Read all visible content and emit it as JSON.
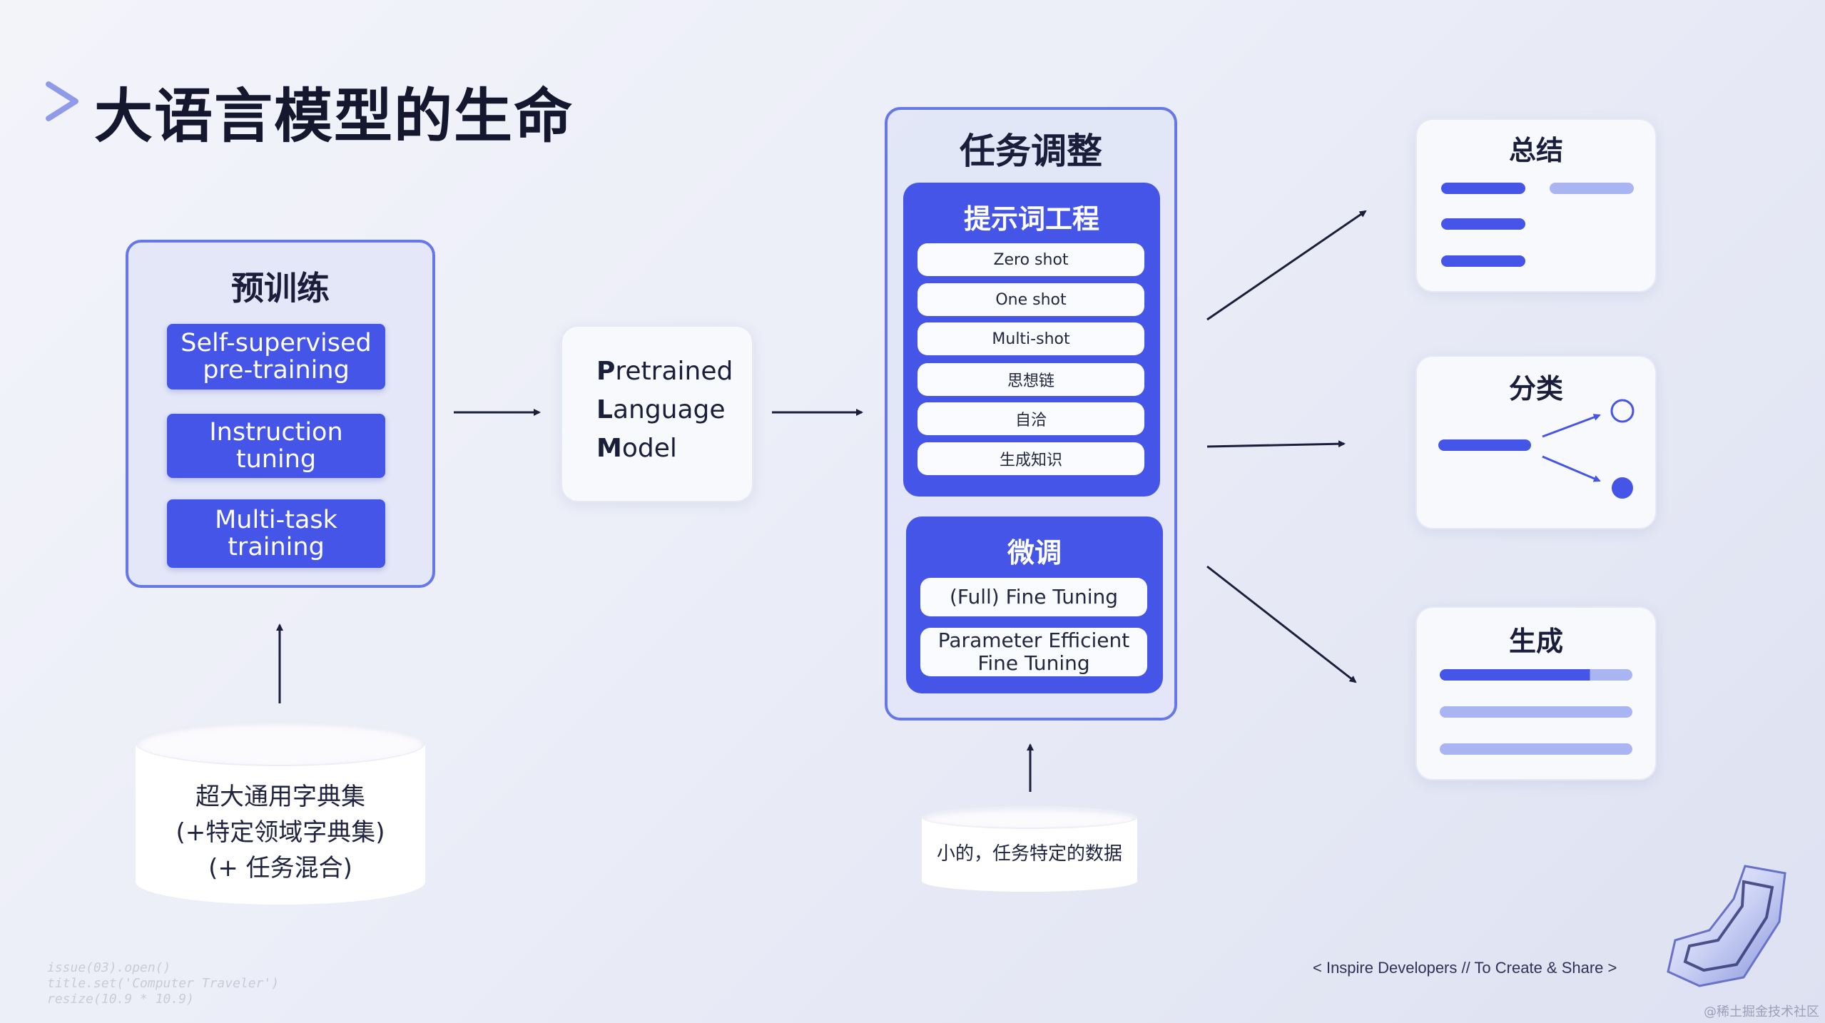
{
  "title": "大语言模型的生命",
  "pretraining": {
    "heading": "预训练",
    "items": [
      {
        "l1": "Self-supervised",
        "l2": "pre-training"
      },
      {
        "l1": "Instruction tuning",
        "l2": ""
      },
      {
        "l1": "Multi-task",
        "l2": "training"
      }
    ]
  },
  "plm": {
    "lines": [
      {
        "initial": "P",
        "rest": "retrained"
      },
      {
        "initial": "L",
        "rest": "anguage"
      },
      {
        "initial": "M",
        "rest": "odel"
      }
    ]
  },
  "task_adjustment": {
    "heading": "任务调整",
    "prompt_engineering": {
      "heading": "提示词工程",
      "items": [
        "Zero shot",
        "One shot",
        "Multi-shot",
        "思想链",
        "自洽",
        "生成知识"
      ]
    },
    "fine_tuning": {
      "heading": "微调",
      "items": [
        {
          "l1": "(Full) Fine Tuning",
          "l2": ""
        },
        {
          "l1": "Parameter Efficient",
          "l2": "Fine Tuning"
        }
      ]
    }
  },
  "datasets": {
    "large": {
      "l1": "超大通用字典集",
      "l2": "(+特定领域字典集)",
      "l3": "(+ 任务混合)"
    },
    "small": "小的，任务特定的数据"
  },
  "outputs": {
    "summary": "总结",
    "classification": "分类",
    "generation": "生成"
  },
  "footer": {
    "slogan": "< Inspire Developers  //  To Create & Share >",
    "code": [
      "issue(03).open()",
      "title.set('Computer Traveler')",
      "resize(10.9 * 10.9)"
    ],
    "watermark": "@稀土掘金技术社区"
  },
  "colors": {
    "accent": "#4455e8",
    "panel_border": "#6677e8",
    "bar_light": "#a9b4f2"
  }
}
